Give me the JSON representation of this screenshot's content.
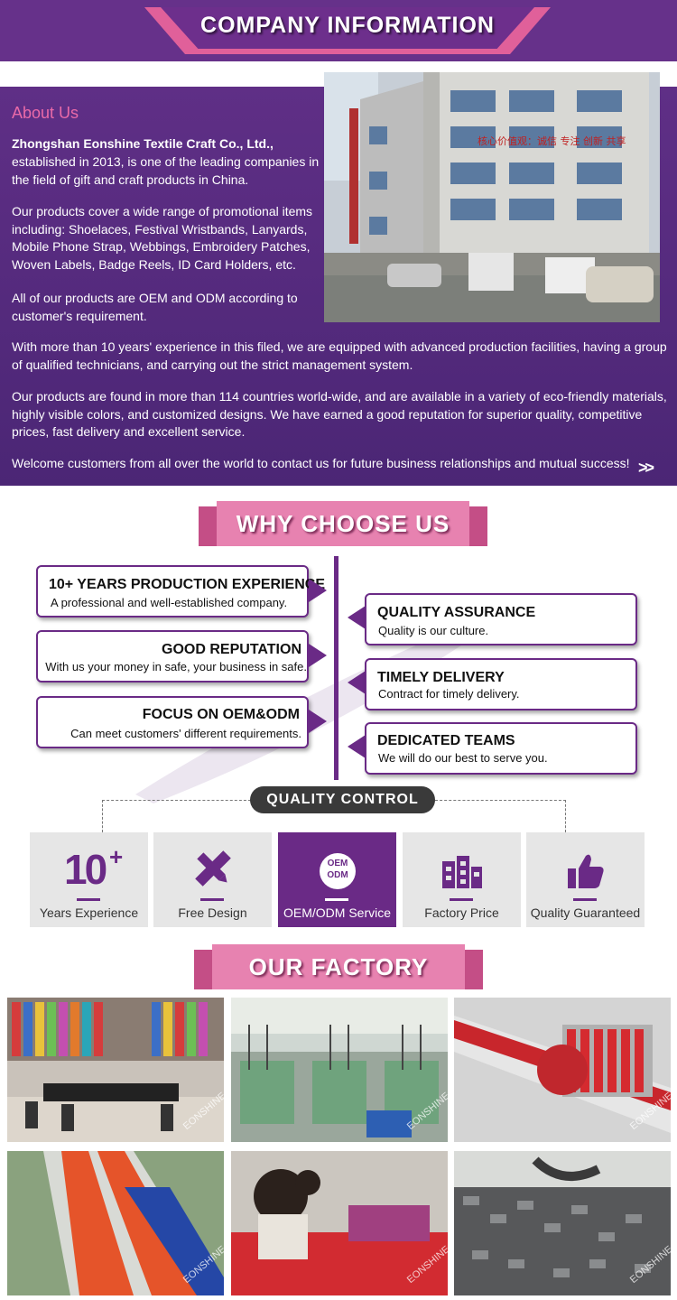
{
  "header": {
    "title": "COMPANY INFORMATION"
  },
  "about": {
    "heading": "About Us",
    "company_name": "Zhongshan Eonshine Textile Craft Co., Ltd.,",
    "p1_lines": [
      "established in 2013, is one of the leading companies in",
      "the field of gift and craft products in China."
    ],
    "p2_lines": [
      "Our products cover a wide range of promotional items",
      "including: Shoelaces, Festival Wristbands, Lanyards,",
      "Mobile Phone Strap, Webbings, Embroidery Patches,",
      "Woven Labels, Badge Reels, ID Card Holders, etc."
    ],
    "p3_lines": [
      "All of our products are OEM and ODM according to",
      "customer's requirement."
    ],
    "p4_lines": [
      "With more than 10 years' experience in this filed, we are equipped with advanced production facilities, having a group",
      "of qualified technicians, and carrying out the strict management system."
    ],
    "p5_lines": [
      "Our products are found in more than 114 countries world-wide, and are available in a variety of eco-friendly materials,",
      "highly visible colors, and customized designs. We have earned a good reputation for superior quality, competitive",
      "prices, fast delivery and excellent service."
    ],
    "p6": "Welcome customers from all over the world to contact us for future business relationships and mutual success!",
    "more_icon": "double-chevron-right-icon",
    "building_sign": "核心价值观：诚信 专注 创新 共享"
  },
  "why": {
    "title": "WHY CHOOSE US",
    "left": [
      {
        "heading": "10+ YEARS PRODUCTION EXPERIENCE",
        "text": "A professional and well-established company."
      },
      {
        "heading": "GOOD REPUTATION",
        "text": "With us your money in safe, your business in safe."
      },
      {
        "heading": "FOCUS ON OEM&ODM",
        "text": "Can meet customers' different requirements."
      }
    ],
    "right": [
      {
        "heading": "QUALITY ASSURANCE",
        "text": "Quality is our culture."
      },
      {
        "heading": "TIMELY DELIVERY",
        "text": "Contract for timely delivery."
      },
      {
        "heading": "DEDICATED TEAMS",
        "text": "We will do our best to serve you."
      }
    ]
  },
  "quality": {
    "title": "QUALITY CONTROL",
    "items": [
      {
        "label": "Years Experience",
        "icon": "ten-plus-icon",
        "icon_text": "10"
      },
      {
        "label": "Free Design",
        "icon": "pencil-ruler-icon"
      },
      {
        "label": "OEM/ODM Service",
        "icon": "oem-odm-badge-icon",
        "icon_text_1": "OEM",
        "icon_text_2": "ODM",
        "active": true
      },
      {
        "label": "Factory Price",
        "icon": "factory-icon"
      },
      {
        "label": "Quality Guaranteed",
        "icon": "thumbs-up-icon"
      }
    ]
  },
  "factory": {
    "title": "OUR FACTORY",
    "watermark": "EONSHINE",
    "photos": [
      "showroom",
      "weaving-machines",
      "red-webbing-line",
      "printed-webbing",
      "workers-sewing",
      "metal-hooks"
    ]
  },
  "colors": {
    "purple": "#66318a",
    "pink": "#e782b0",
    "accent_pink": "#ea6aa8",
    "dark_pill": "#3a3a3a"
  }
}
